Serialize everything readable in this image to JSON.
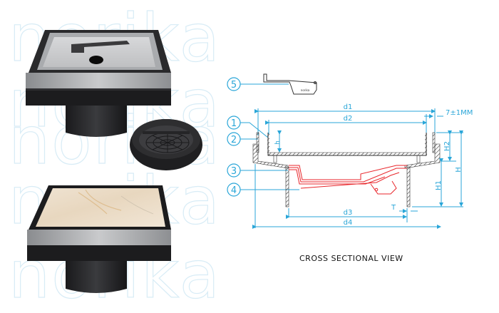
{
  "watermark": {
    "brand": "norika",
    "rows": [
      "norika",
      "norika",
      "norika",
      "norika",
      "norika"
    ],
    "color": "#d8ecf6"
  },
  "products": [
    {
      "name": "stainless tile-insert floor drain (empty tray)",
      "features": [
        "stainless steel tray",
        "black ABS body",
        "removal key",
        "center hole"
      ]
    },
    {
      "name": "round trap insert",
      "features": [
        "black grid cover"
      ]
    },
    {
      "name": "floor drain with marble tile inserted",
      "features": [
        "beige marble tile",
        "stainless frame",
        "black body"
      ]
    }
  ],
  "drawing": {
    "title": "CROSS SECTIONAL VIEW",
    "callouts": [
      "1",
      "2",
      "3",
      "4",
      "5"
    ],
    "dimensions": {
      "d1": "d1",
      "d2": "d2",
      "d3": "d3",
      "d4": "d4",
      "h": "h",
      "H": "H",
      "H1": "H1",
      "H2": "H2",
      "T": "T",
      "gap": "7±1MM"
    },
    "colors": {
      "dimension": "#2aa6d8",
      "outline": "#333333",
      "trap": "#e8262b"
    }
  }
}
